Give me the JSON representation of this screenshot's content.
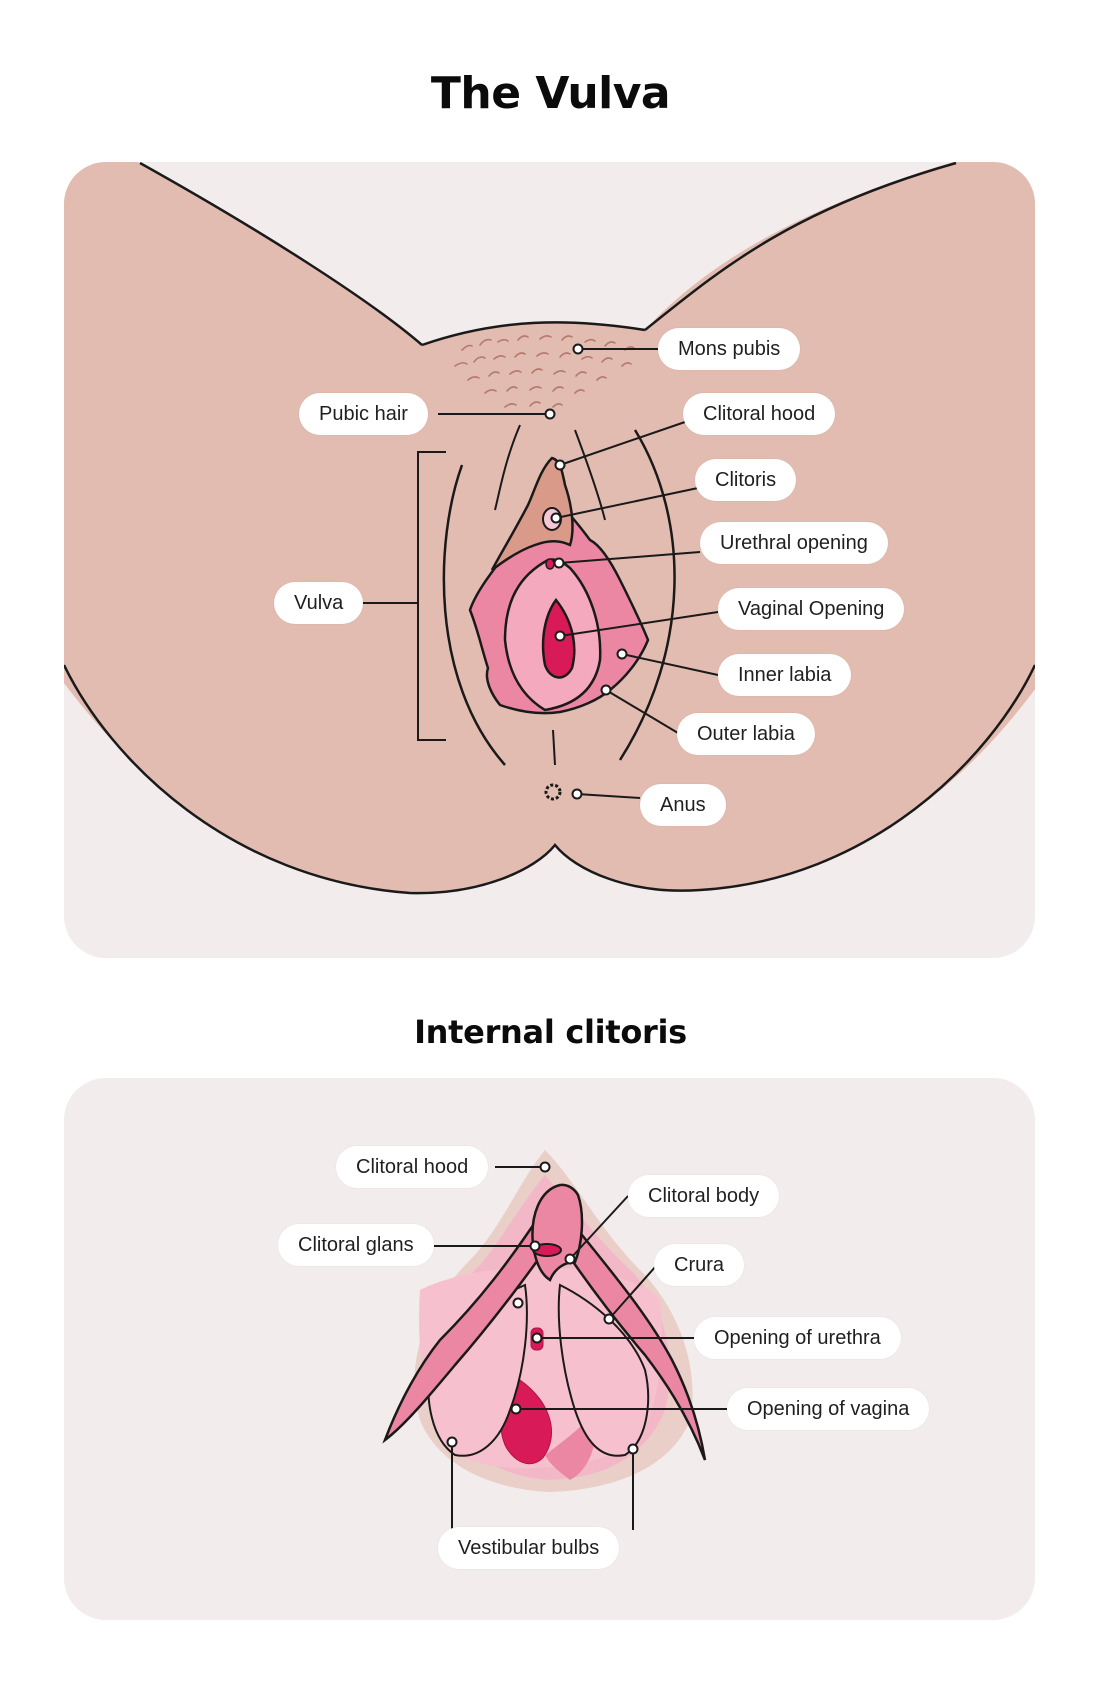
{
  "titles": {
    "main": "The Vulva",
    "internal": "Internal clitoris"
  },
  "vulva_labels": {
    "mons_pubis": "Mons pubis",
    "pubic_hair": "Pubic hair",
    "clitoral_hood": "Clitoral hood",
    "clitoris": "Clitoris",
    "urethral_opening": "Urethral opening",
    "vulva": "Vulva",
    "vaginal_opening": "Vaginal Opening",
    "inner_labia": "Inner labia",
    "outer_labia": "Outer labia",
    "anus": "Anus"
  },
  "internal_labels": {
    "clitoral_hood": "Clitoral hood",
    "clitoral_body": "Clitoral body",
    "clitoral_glans": "Clitoral glans",
    "crura": "Crura",
    "opening_of_urethra": "Opening of urethra",
    "opening_of_vagina": "Opening of vagina",
    "vestibular_bulbs": "Vestibular bulbs"
  },
  "colors": {
    "panel_background": "#f2ecec",
    "skin": "#e2bcb0",
    "labia_outer": "#ec87a3",
    "labia_inner": "#f5a9bf",
    "vaginal_opening": "#d81b58",
    "clitoral_hood": "#d99a8a",
    "outline": "#1a1a1a"
  }
}
